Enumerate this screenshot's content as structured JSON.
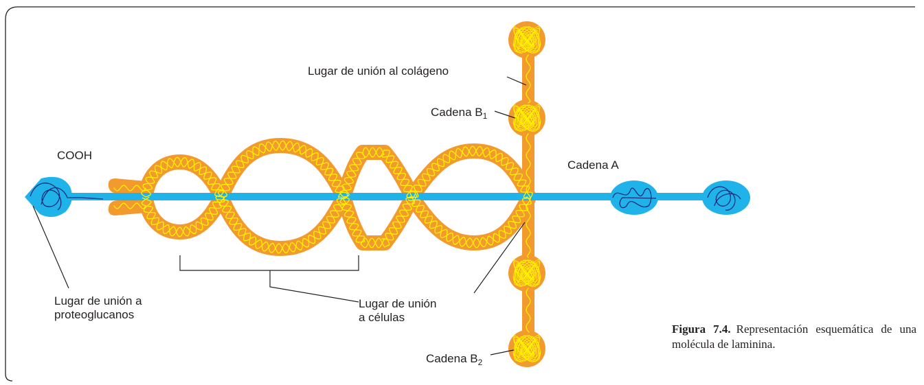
{
  "colors": {
    "orange": "#f29a2e",
    "blue": "#1fb3ea",
    "blue_dark": "#0d8fcc",
    "yellow": "#fff200",
    "navy": "#1d2a7a",
    "line": "#231f20",
    "frame": "#231f20"
  },
  "labels": {
    "collagen_site": "Lugar de unión al colágeno",
    "chain_b1": "Cadena B",
    "chain_b1_sub": "1",
    "cooh": "COOH",
    "chain_a": "Cadena A",
    "proteoglycan_line1": "Lugar de unión a",
    "proteoglycan_line2": "proteoglucanos",
    "cells_line1": "Lugar de unión",
    "cells_line2": "a células",
    "chain_b2": "Cadena B",
    "chain_b2_sub": "2"
  },
  "caption": {
    "figure": "Figura 7.4.",
    "text": "Representación esquemática de una molécula de laminina."
  }
}
